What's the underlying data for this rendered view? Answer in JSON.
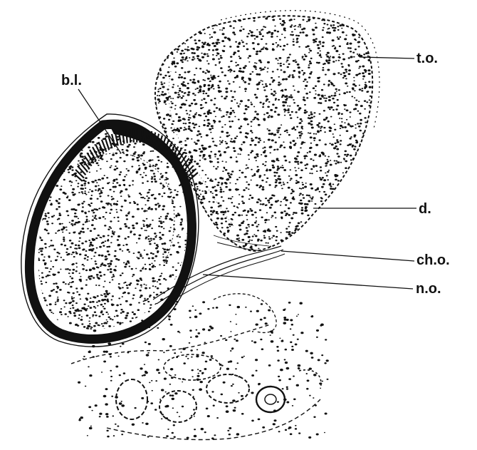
{
  "figure": {
    "labels": {
      "bl": "b.l.",
      "to": "t.o.",
      "d": "d.",
      "cho": "ch.o.",
      "no": "n.o."
    }
  },
  "palette": {
    "ink": "#111111",
    "paper": "#ffffff"
  }
}
